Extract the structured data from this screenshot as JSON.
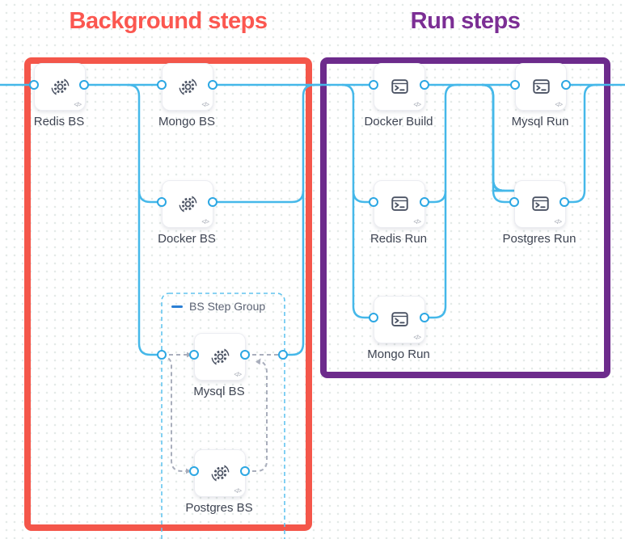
{
  "titles": {
    "background_steps": "Background steps",
    "run_steps": "Run steps"
  },
  "group": {
    "label": "BS Step Group",
    "collapse_icon": "minus-icon"
  },
  "nodes": {
    "redis_bs": {
      "label": "Redis BS",
      "type": "background-step",
      "icon": "sync-gear-icon"
    },
    "mongo_bs": {
      "label": "Mongo BS",
      "type": "background-step",
      "icon": "sync-gear-icon"
    },
    "docker_bs": {
      "label": "Docker BS",
      "type": "background-step",
      "icon": "sync-gear-icon"
    },
    "mysql_bs": {
      "label": "Mysql BS",
      "type": "background-step",
      "icon": "sync-gear-icon"
    },
    "postgres_bs": {
      "label": "Postgres BS",
      "type": "background-step",
      "icon": "sync-gear-icon"
    },
    "docker_build": {
      "label": "Docker Build",
      "type": "run-step",
      "icon": "terminal-icon"
    },
    "mysql_run": {
      "label": "Mysql Run",
      "type": "run-step",
      "icon": "terminal-icon"
    },
    "redis_run": {
      "label": "Redis Run",
      "type": "run-step",
      "icon": "terminal-icon"
    },
    "postgres_run": {
      "label": "Postgres Run",
      "type": "run-step",
      "icon": "terminal-icon"
    },
    "mongo_run": {
      "label": "Mongo Run",
      "type": "run-step",
      "icon": "terminal-icon"
    }
  },
  "code_badge": "</>",
  "colors": {
    "background_title": "#fb5750",
    "background_box_border": "#f4564a",
    "run_title": "#7b2e94",
    "run_box_border": "#6d2b8c",
    "connector": "#45b8e9",
    "port_ring": "#2ca7e3",
    "group_border": "#62c4ee",
    "dashed_connector": "#a9aebc",
    "icon_stroke": "#4a5263",
    "canvas_dot": "#e4eae8"
  }
}
